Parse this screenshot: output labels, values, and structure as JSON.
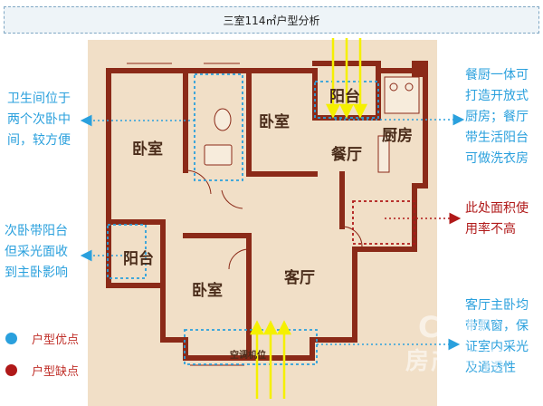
{
  "title": "三室114㎡户型分析",
  "rooms": {
    "bedroom_left": "卧室",
    "bedroom_top": "卧室",
    "bedroom_bottom": "卧室",
    "balcony_top": "阳台",
    "balcony_left": "阳台",
    "dining": "餐厅",
    "kitchen": "厨房",
    "living": "客厅",
    "ac_room": "空调机位"
  },
  "notes": {
    "bath_lines": [
      "卫生间位于",
      "两个次卧中",
      "间，较方便"
    ],
    "balcony_lines": [
      "次卧带阳台",
      "但采光面收",
      "到主卧影响"
    ],
    "kitchen_lines": [
      "餐厨一体可",
      "打造开放式",
      "厨房；餐厅",
      "带生活阳台",
      "可做洗衣房"
    ],
    "area_lines": [
      "此处面积使",
      "用率不高"
    ],
    "living_lines": [
      "客厅主卧均",
      "带飘窗，保",
      "证室内采光",
      "及通透性"
    ]
  },
  "legend": {
    "pro": "户型优点",
    "con": "户型缺点"
  },
  "watermark": {
    "top": "CRIC",
    "bottom": "房产测评"
  },
  "colors": {
    "pro": "#2aa0dd",
    "con": "#b01919",
    "wall": "#8b2a18",
    "floor": "#f1dfc7",
    "sun": "#f5f000"
  }
}
